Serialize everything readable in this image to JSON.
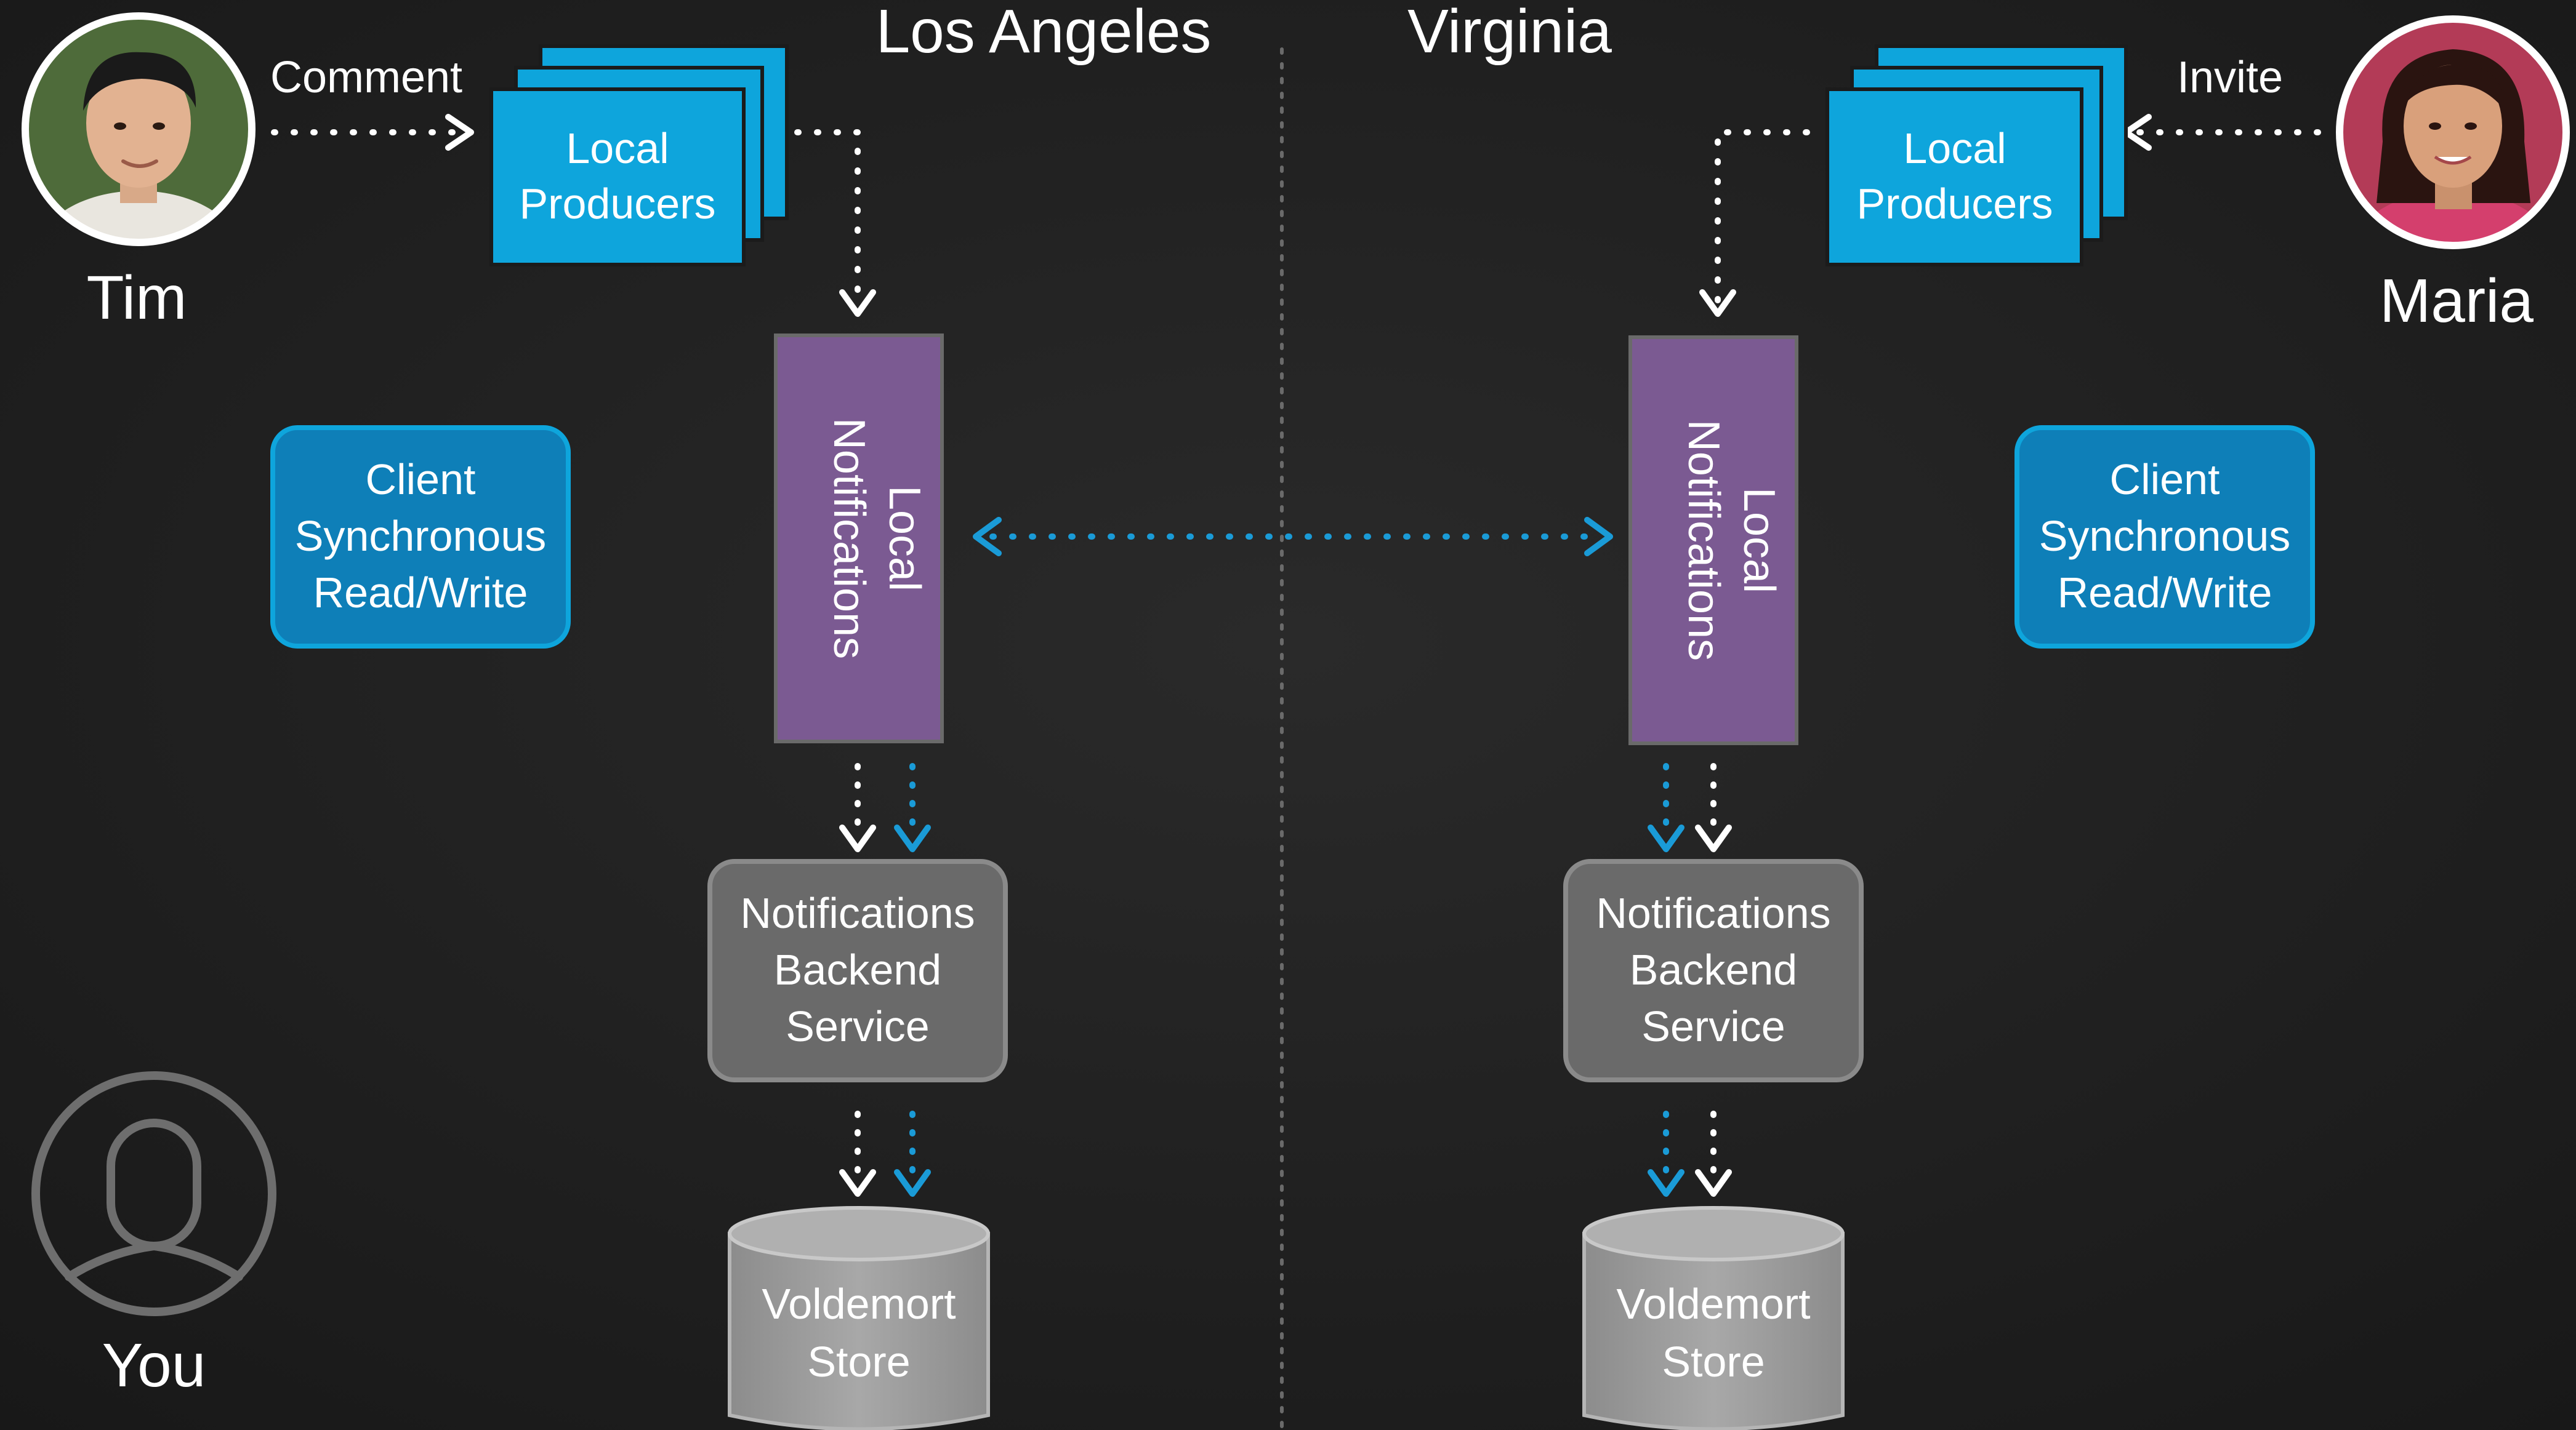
{
  "regions": {
    "left": "Los Angeles",
    "right": "Virginia"
  },
  "people": {
    "tim": {
      "name": "Tim",
      "action": "Comment"
    },
    "maria": {
      "name": "Maria",
      "action": "Invite"
    },
    "you": {
      "name": "You"
    }
  },
  "boxes": {
    "local_producers": [
      "Local",
      "Producers"
    ],
    "local_notifications": [
      "Local",
      "Notifications"
    ],
    "client_sync": [
      "Client",
      "Synchronous",
      "Read/Write"
    ],
    "backend": [
      "Notifications",
      "Backend",
      "Service"
    ],
    "store": [
      "Voldemort",
      "Store"
    ]
  },
  "colors": {
    "background": "#1f1f1f",
    "producer_blue": "#0ea5dc",
    "client_blue": "#0e7fb8",
    "notification_purple": "#7b5a92",
    "backend_gray": "#6a6a6a",
    "store_gray": "#9a9a9a",
    "arrow_white": "#ffffff",
    "arrow_blue": "#1a9bd7"
  },
  "icons": {
    "tim_avatar": "person-photo-icon",
    "maria_avatar": "person-photo-icon",
    "you_avatar": "user-outline-icon"
  }
}
